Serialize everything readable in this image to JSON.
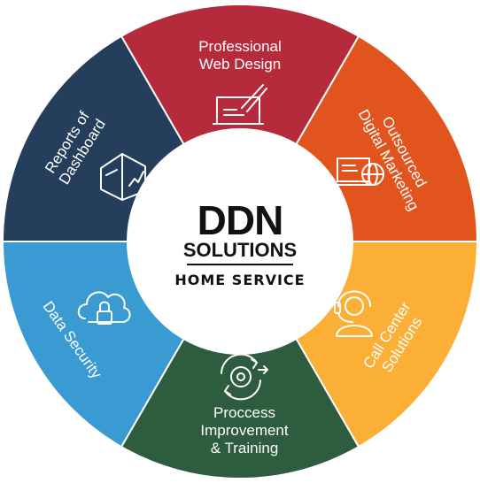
{
  "brand": {
    "name": "DDN",
    "line2": "SOLUTIONS",
    "line3": "HOME SERVICE"
  },
  "segments": [
    {
      "id": "web-design",
      "lines": [
        "Professional",
        "Web Design"
      ],
      "color": "#B52B3C",
      "icon": "web-design-icon"
    },
    {
      "id": "digital-marketing",
      "lines": [
        "Outsourced",
        "Digital Marketing"
      ],
      "color": "#E2541E",
      "icon": "digital-marketing-icon"
    },
    {
      "id": "call-center",
      "lines": [
        "Call Center",
        "Solutions"
      ],
      "color": "#FBAF36",
      "icon": "headset-icon"
    },
    {
      "id": "process-improvement",
      "lines": [
        "Proccess",
        "Improvement",
        "& Training"
      ],
      "color": "#2E5C3E",
      "icon": "gear-cycle-icon"
    },
    {
      "id": "data-security",
      "lines": [
        "Data Security"
      ],
      "color": "#3A9AD2",
      "icon": "cloud-lock-icon"
    },
    {
      "id": "reports",
      "lines": [
        "Reports of",
        "Dashboard"
      ],
      "color": "#243E5C",
      "icon": "chart-box-icon"
    }
  ]
}
